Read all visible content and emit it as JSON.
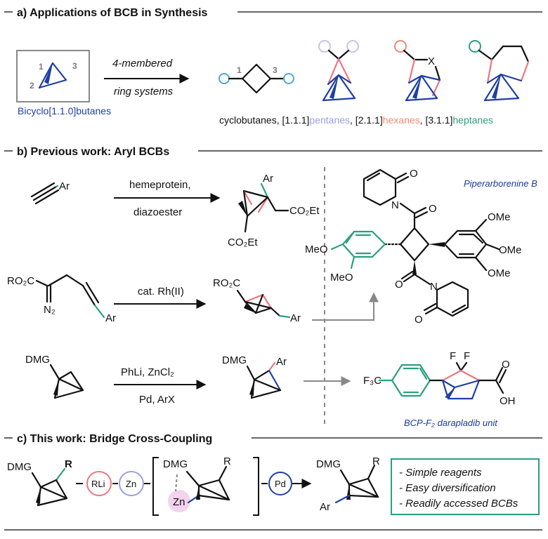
{
  "sections": {
    "a": "a) Applications of BCB in Synthesis",
    "b": "b) Previous work: Aryl BCBs",
    "c": "c) This work: Bridge Cross-Coupling"
  },
  "part_a": {
    "bcb_name": "Bicyclo[1.1.0]butanes",
    "atom_1": "1",
    "atom_2": "2",
    "atom_3": "3",
    "arrow_top": "4-membered",
    "arrow_bottom": "ring systems",
    "cb_1": "1",
    "cb_3": "3",
    "x_label": "X",
    "caption_1": "cyclobutanes, ",
    "caption_2": "[1.1.1]",
    "caption_3": "pentanes",
    "caption_4": ", [2.1.1]",
    "caption_5": "hexanes",
    "caption_6": ", [3.1.1]",
    "caption_7": "heptanes",
    "colors": {
      "pentanes": "#9b9ee0",
      "hexanes": "#f08a70",
      "heptanes": "#2aa07d",
      "bcb": "#1f3fa6"
    }
  },
  "part_b": {
    "r1_ar": "Ar",
    "r1_top": "hemeprotein,",
    "r1_bottom": "diazoester",
    "r1_p_ar": "Ar",
    "r1_p_ester1": "CO₂Et",
    "r1_p_ester2": "CO₂Et",
    "r2_ro2c": "RO₂C",
    "r2_n2": "N₂",
    "r2_ar": "Ar",
    "r2_reagent": "cat. Rh(II)",
    "r2_p_ro2c": "RO₂C",
    "r2_p_ar": "Ar",
    "r3_dmg": "DMG",
    "r3_top": "PhLi, ZnCl₂",
    "r3_bottom": "Pd, ArX",
    "r3_p_dmg": "DMG",
    "r3_p_ar": "Ar",
    "np_name": "Piperarborenine B",
    "np_o1": "O",
    "np_n1": "N",
    "np_o2": "O",
    "np_meo1": "MeO",
    "np_meo2": "MeO",
    "np_ome1": "OMe",
    "np_ome2": "OMe",
    "np_ome3": "OMe",
    "np_o3": "O",
    "np_n2": "N",
    "np_o4": "O",
    "bcp_cf3": "F₃C",
    "bcp_f1": "F",
    "bcp_f2": "F",
    "bcp_o": "O",
    "bcp_oh": "OH",
    "bcp_name": "BCP-F₂ darapladib unit"
  },
  "part_c": {
    "dmg1": "DMG",
    "r1": "R",
    "rli": "RLi",
    "zn1": "Zn",
    "dmg2": "DMG",
    "r2": "R",
    "zn2": "Zn",
    "pd": "Pd",
    "dmg3": "DMG",
    "r3": "R",
    "ar": "Ar",
    "benefits": [
      "- Simple reagents",
      "- Easy diversification",
      "- Readily accessed BCBs"
    ]
  }
}
